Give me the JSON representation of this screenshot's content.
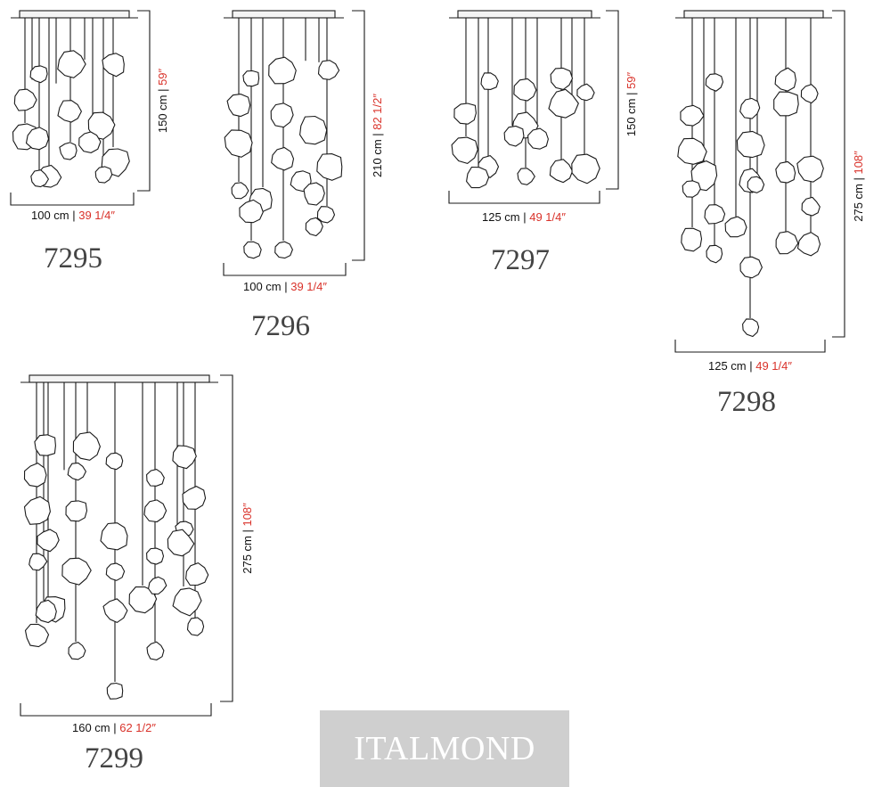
{
  "products": [
    {
      "model": "7295",
      "width_cm": "100 cm",
      "width_in": "39 1/4″",
      "height_cm": "150 cm",
      "height_in": "59″"
    },
    {
      "model": "7296",
      "width_cm": "100 cm",
      "width_in": "39 1/4″",
      "height_cm": "210 cm",
      "height_in": "82 1/2″"
    },
    {
      "model": "7297",
      "width_cm": "125 cm",
      "width_in": "49 1/4″",
      "height_cm": "150 cm",
      "height_in": "59″"
    },
    {
      "model": "7298",
      "width_cm": "125 cm",
      "width_in": "49 1/4″",
      "height_cm": "275 cm",
      "height_in": "108″"
    },
    {
      "model": "7299",
      "width_cm": "160 cm",
      "width_in": "62 1/2″",
      "height_cm": "275 cm",
      "height_in": "108″"
    }
  ],
  "separator": "|",
  "brand": "ITALMOND",
  "colors": {
    "imperial": "#d9322a",
    "line": "#1a1a1a",
    "model_text": "#444444",
    "watermark_bg": "#cfcfcf"
  }
}
